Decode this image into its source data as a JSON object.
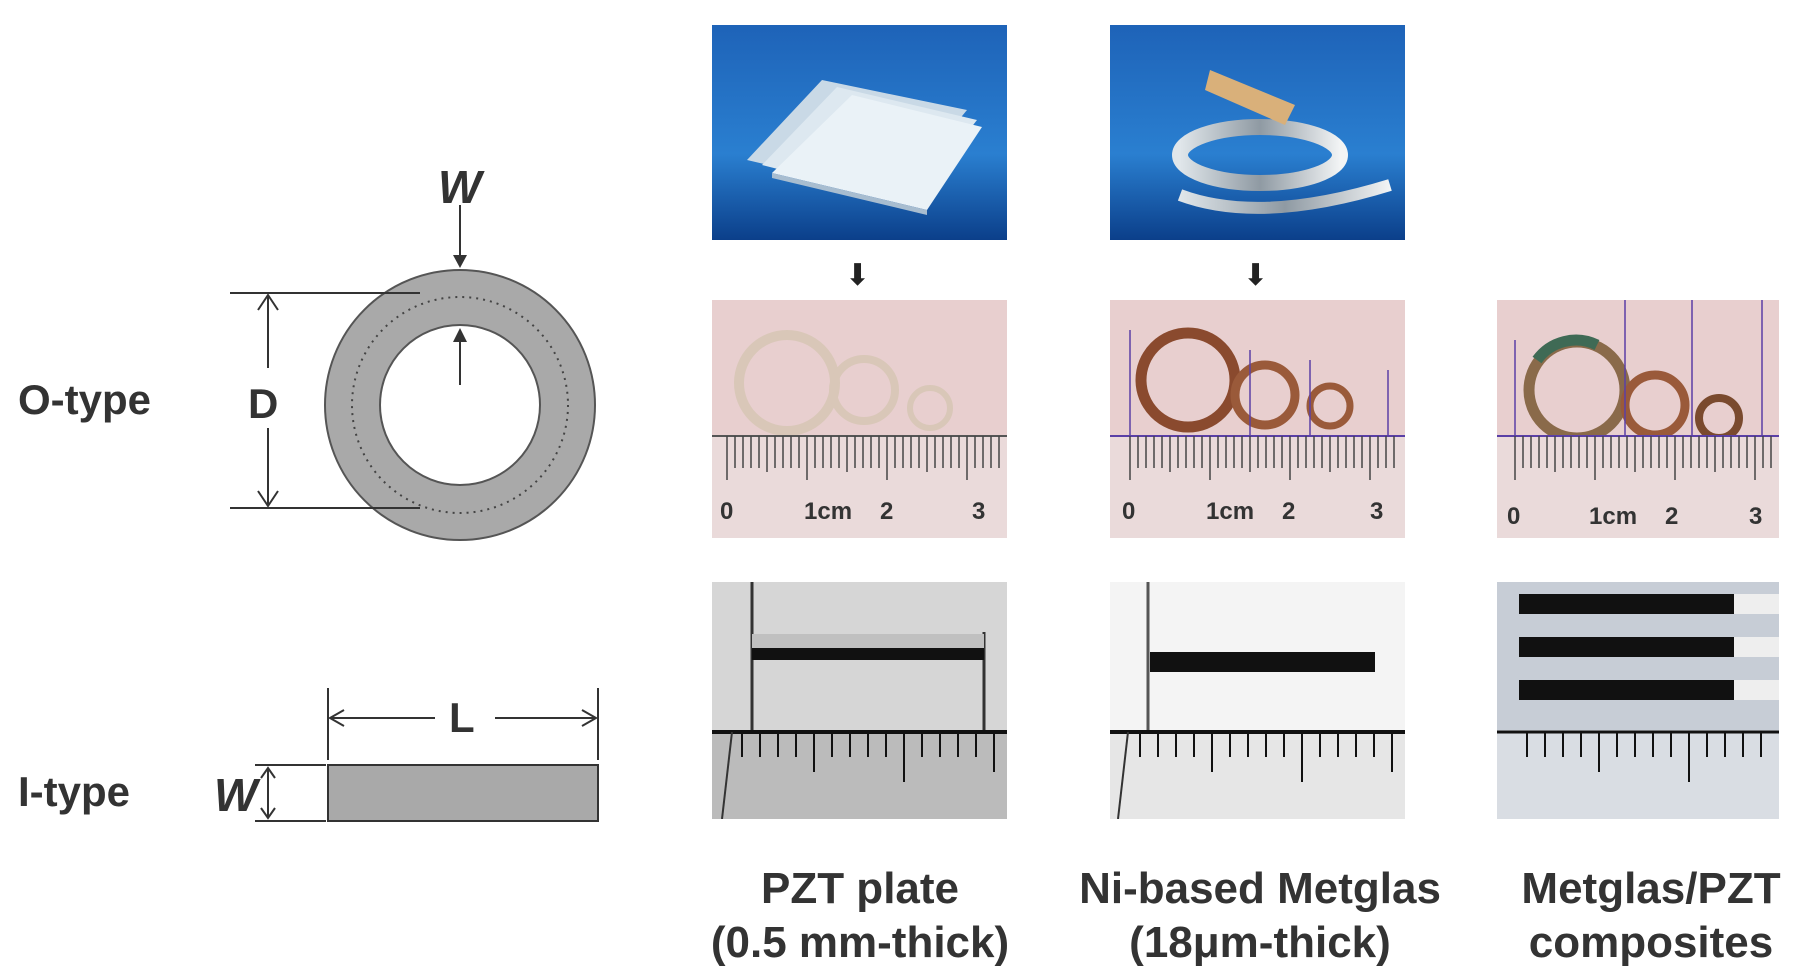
{
  "labels": {
    "o_type": "O-type",
    "i_type": "I-type",
    "W": "W",
    "D": "D",
    "L": "L"
  },
  "rulers": {
    "tick_0": "0",
    "tick_1cm": "1cm",
    "tick_2": "2",
    "tick_3": "3"
  },
  "captions": {
    "pzt_line1": "PZT plate",
    "pzt_line2": "(0.5 mm-thick)",
    "metglas_line1": "Ni-based Metglas",
    "metglas_line2": "(18μm-thick)",
    "composite_line1": "Metglas/PZT",
    "composite_line2": "composites"
  },
  "arrows": {
    "down": "⬇"
  },
  "colors": {
    "ring_fill": "#a9a9a9",
    "blue_background": "#1e63b8",
    "pink_background": "#e8cfcf",
    "copper": "#9a5a3a"
  }
}
